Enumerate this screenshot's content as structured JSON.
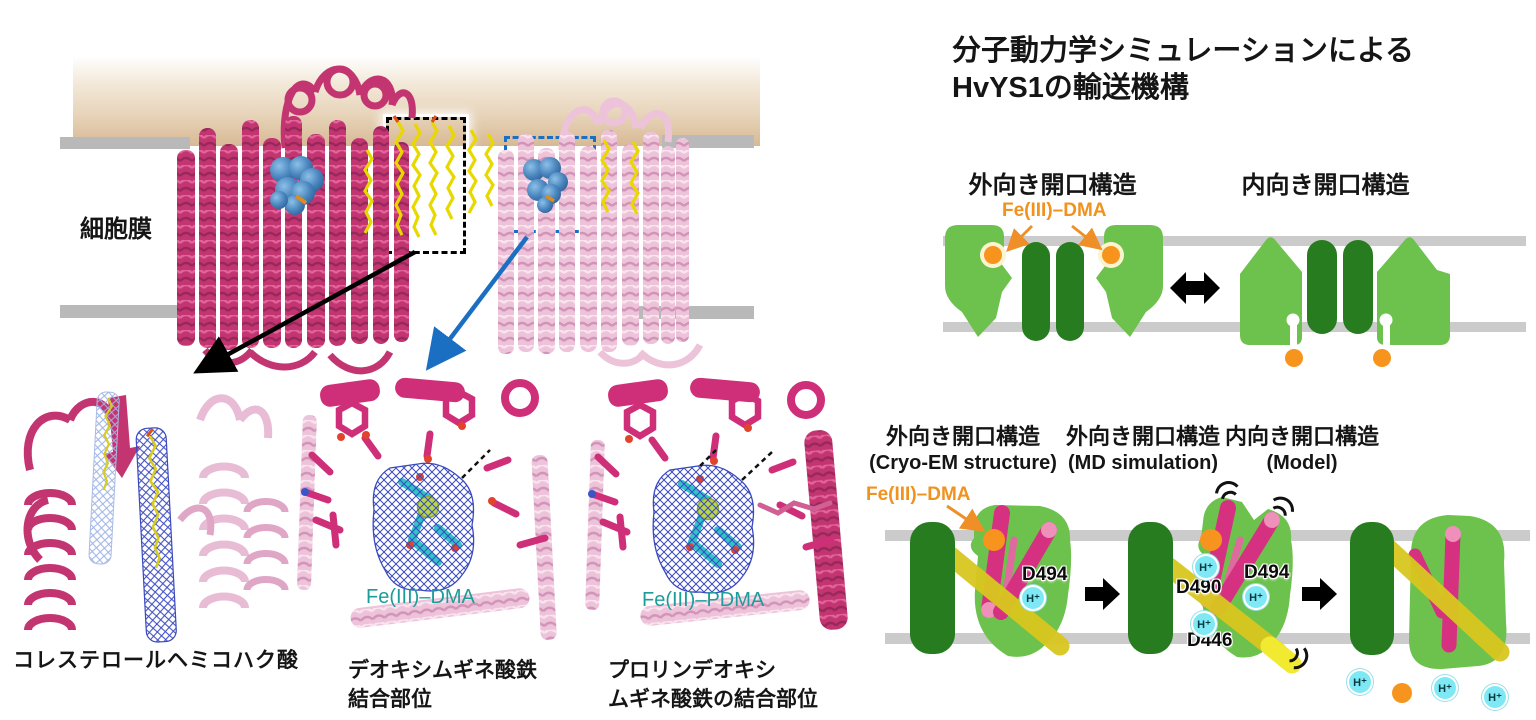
{
  "colors": {
    "light_green": "#6cc24c",
    "dark_green": "#277c20",
    "orange": "#f7941e",
    "membrane_gray": "#cbcbcb",
    "magenta_helix": "#d63180",
    "yellow_helix": "#dcca22",
    "proton_cyan": "#7ee9f4",
    "teal_label": "#1d9d99",
    "blue_accent": "#1b6fc2",
    "dark_pink_protein": "#c33571",
    "light_pink_protein": "#edc3da",
    "membrane_tan": "#d8b995"
  },
  "left_figure": {
    "membrane_label": "細胞膜",
    "panels": [
      {
        "caption": "コレステロールヘミコハク酸"
      },
      {
        "caption_line1": "デオキシムギネ酸鉄",
        "caption_line2": "結合部位",
        "ligand_label": "Fe(III)–DMA"
      },
      {
        "caption_line1": "プロリンデオキシ",
        "caption_line2": "ムギネ酸鉄の結合部位",
        "ligand_label": "Fe(III)–PDMA"
      }
    ]
  },
  "right_figure": {
    "title_line1": "分子動力学シミュレーションによる",
    "title_line2": "HvYS1の輸送機構",
    "proton_symbol": "H⁺",
    "top_row": {
      "left_state_label": "外向き開口構造",
      "right_state_label": "内向き開口構造",
      "ligand_label": "Fe(III)–DMA"
    },
    "bottom_row": {
      "ligand_label": "Fe(III)–DMA",
      "states": [
        {
          "label": "外向き開口構造",
          "sublabel": "(Cryo-EM structure)",
          "residues": [
            "D494"
          ]
        },
        {
          "label": "外向き開口構造",
          "sublabel": "(MD simulation)",
          "residues": [
            "D490",
            "D494",
            "D446"
          ]
        },
        {
          "label": "内向き開口構造",
          "sublabel": "(Model)",
          "residues": []
        }
      ]
    }
  }
}
